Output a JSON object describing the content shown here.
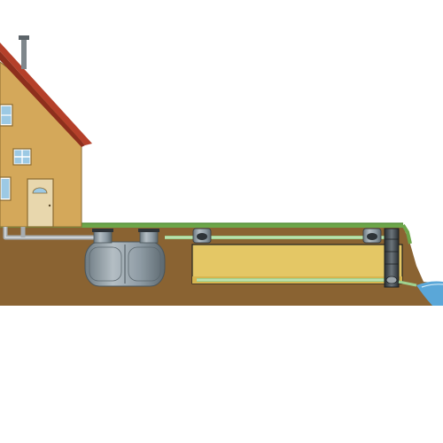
{
  "diagram": {
    "components": [
      "house",
      "chimney",
      "window",
      "front-door",
      "soil-ground",
      "grass-surface",
      "house-outlet-pipe",
      "septic-tank",
      "inspection-chamber",
      "sand-filter-bed",
      "distribution-pipe",
      "collection-pipe",
      "outlet-shaft",
      "water-outlet"
    ],
    "colors": {
      "facade": "#d4a85a",
      "roof": "#b5402a",
      "soil": "#8a6332",
      "grass": "#6da64a",
      "sand_filter": "#e4c765",
      "tank": "#8d9aa3",
      "pipe": "#9fd28f",
      "water": "#5aa7d8"
    }
  }
}
